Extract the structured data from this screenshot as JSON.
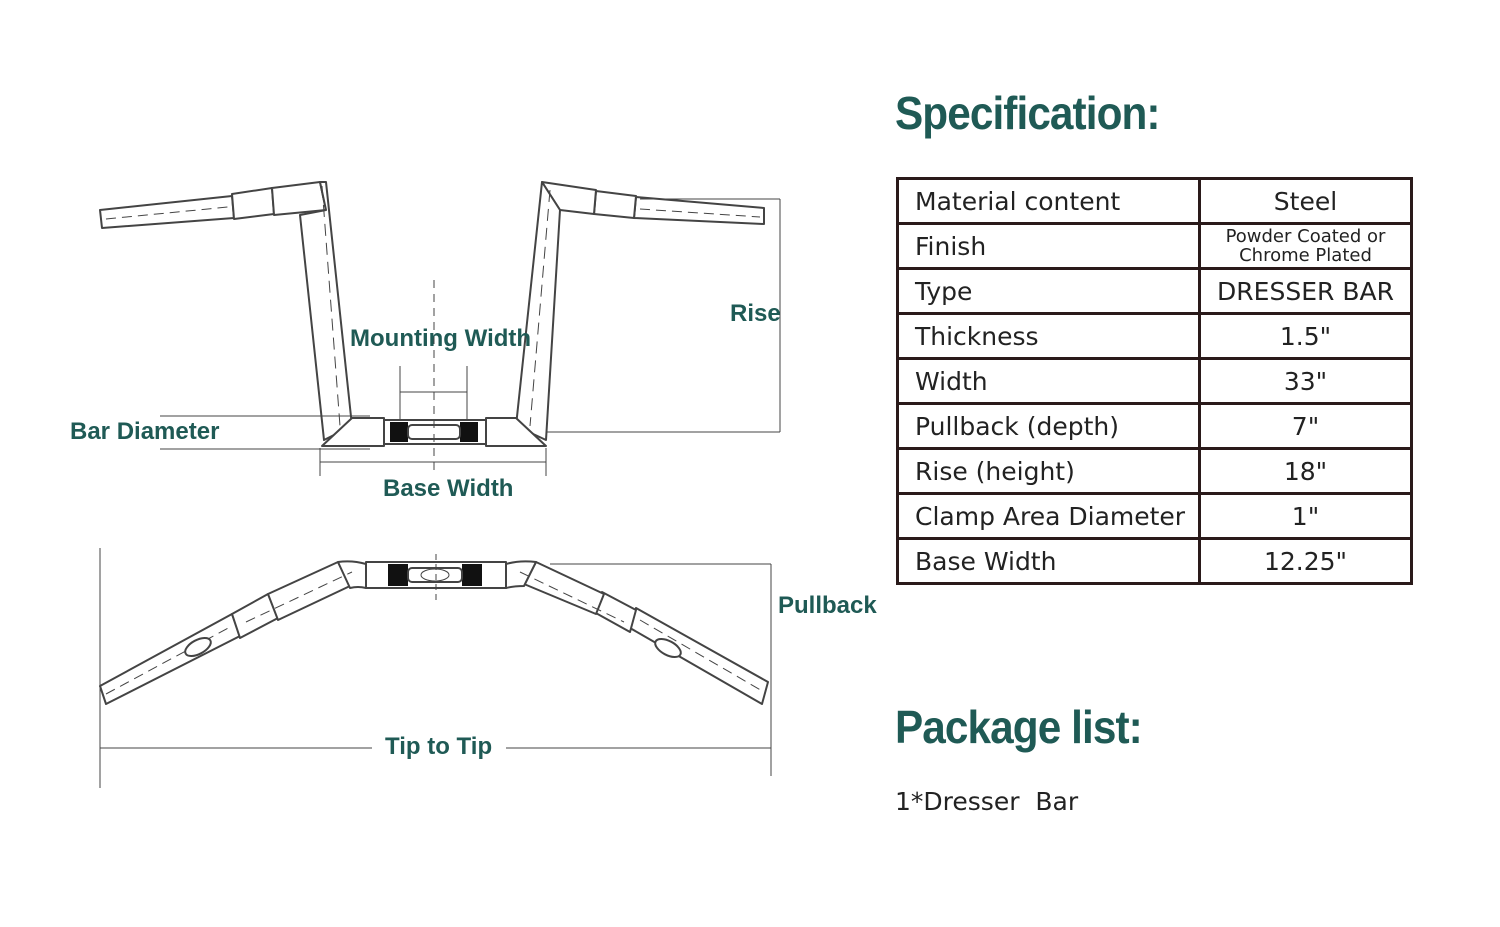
{
  "diagram": {
    "labels": {
      "mounting_width": "Mounting Width",
      "rise": "Rise",
      "bar_diameter": "Bar Diameter",
      "base_width": "Base Width",
      "pullback": "Pullback",
      "tip_to_tip": "Tip to Tip"
    },
    "colors": {
      "label": "#1f5a55",
      "line": "#444444"
    }
  },
  "specification": {
    "title": "Specification:",
    "rows": [
      {
        "key": "Material content",
        "value": "Steel"
      },
      {
        "key": "Finish",
        "value": "Powder Coated or Chrome Plated"
      },
      {
        "key": "Type",
        "value": "DRESSER BAR"
      },
      {
        "key": "Thickness",
        "value": "1.5\""
      },
      {
        "key": "Width",
        "value": "33\""
      },
      {
        "key": "Pullback (depth)",
        "value": "7\""
      },
      {
        "key": "Rise (height)",
        "value": "18\""
      },
      {
        "key": "Clamp Area Diameter",
        "value": "1\""
      },
      {
        "key": "Base Width",
        "value": "12.25\""
      }
    ]
  },
  "package": {
    "title": "Package list:",
    "item": "1*Dresser  Bar"
  }
}
